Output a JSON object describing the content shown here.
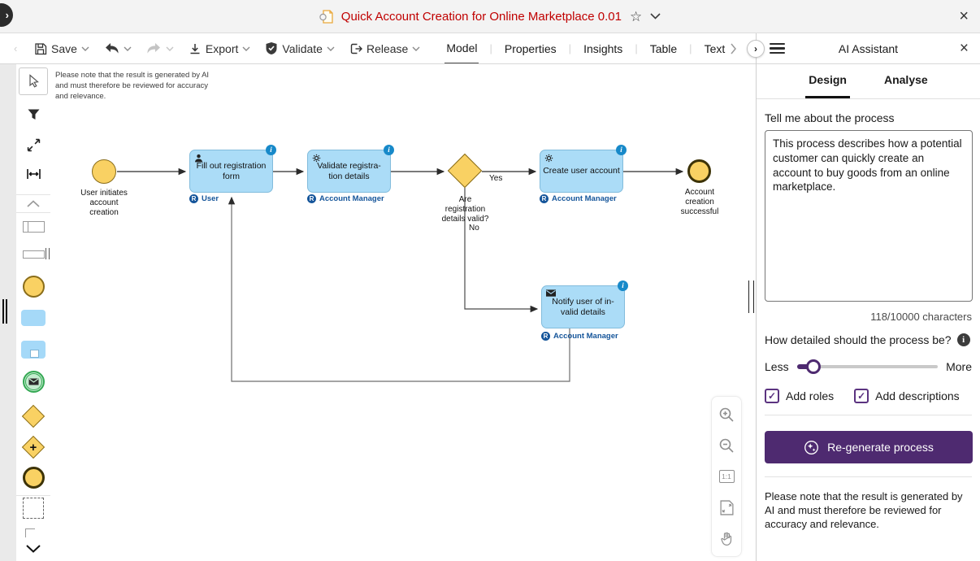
{
  "colors": {
    "accent_purple": "#4e2a70",
    "title_red": "#c00000",
    "task_fill": "#abdcf7",
    "task_border": "#82bcdc",
    "event_fill": "#f9d163",
    "event_border": "#8a6d1a",
    "info_blue": "#1789c9",
    "role_blue": "#15559a"
  },
  "icons": {
    "close": "×",
    "star": "☆",
    "collapse_right": "›",
    "collapse_left": "‹"
  },
  "titlebar": {
    "title": "Quick Account Creation for Online Marketplace 0.01"
  },
  "toolbar": {
    "save": "Save",
    "export": "Export",
    "validate": "Validate",
    "release": "Release",
    "tabs": [
      {
        "label": "Model",
        "active": true
      },
      {
        "label": "Properties"
      },
      {
        "label": "Insights"
      },
      {
        "label": "Table"
      },
      {
        "label": "Text"
      }
    ]
  },
  "palette_icons": [
    "select-cursor",
    "filter",
    "resize",
    "space-evenly",
    "collapse-up",
    "pool",
    "lane",
    "start-event",
    "task",
    "subprocess",
    "message-event",
    "exclusive-gateway",
    "parallel-gateway",
    "end-event",
    "group",
    "text-annotation",
    "more-down"
  ],
  "canvas": {
    "ai_note": "Please note that the result is generated by AI\nand must therefore be reviewed for accuracy\nand relevance.",
    "zoom": {
      "reset": "1:1"
    },
    "diagram": {
      "start_label": "User initiates\naccount\ncreation",
      "tasks": [
        {
          "name": "Fill out registration\nform",
          "role": "User",
          "icon": "user"
        },
        {
          "name": "Validate registra-\ntion details",
          "role": "Account Manager",
          "icon": "gear"
        },
        {
          "name": "Create user account",
          "role": "Account Manager",
          "icon": "gear"
        },
        {
          "name": "Notify user of in-\nvalid details",
          "role": "Account Manager",
          "icon": "message"
        }
      ],
      "role_badge": "R",
      "info_badge": "i",
      "gateway_label": "Are\nregistration\ndetails valid?",
      "yes_label": "Yes",
      "no_label": "No",
      "end_label": "Account\ncreation\nsuccessful"
    }
  },
  "assistant": {
    "title": "AI Assistant",
    "tabs": [
      {
        "label": "Design",
        "active": true
      },
      {
        "label": "Analyse"
      }
    ],
    "prompt_label": "Tell me about the process",
    "prompt_value": "This process describes how a potential customer can quickly create an account to buy goods from an online marketplace.",
    "char_counter": "118/10000 characters",
    "detail_question": "How detailed should the process be?",
    "slider": {
      "less": "Less",
      "more": "More"
    },
    "checkboxes": [
      {
        "label": "Add roles",
        "checked": true
      },
      {
        "label": "Add descriptions",
        "checked": true
      }
    ],
    "check_mark": "✓",
    "generate_button": "Re-generate process",
    "disclaimer": "Please note that the result is generated by AI and must therefore be reviewed for accuracy and relevance."
  }
}
